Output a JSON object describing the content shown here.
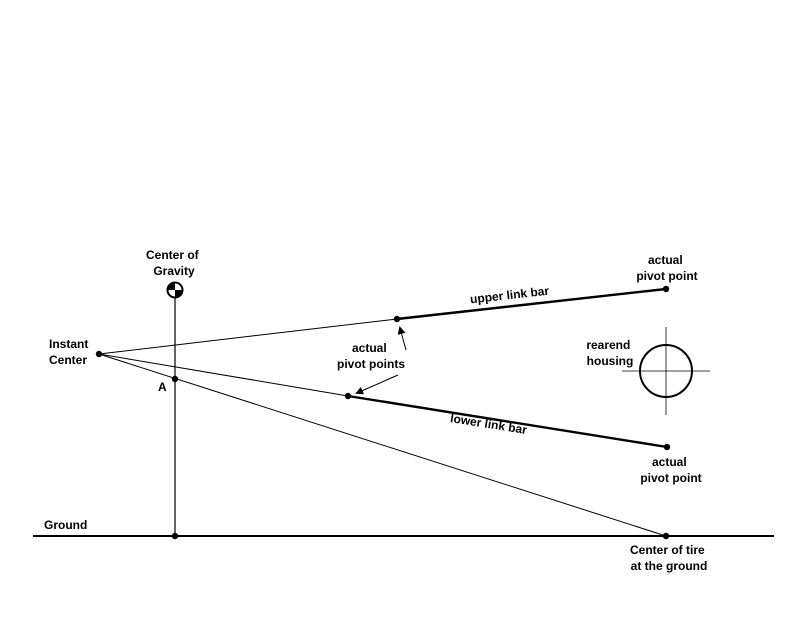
{
  "labels": {
    "center_of_gravity": [
      "Center of",
      "Gravity"
    ],
    "instant_center": [
      "Instant",
      "Center"
    ],
    "point_a": "A",
    "ground": "Ground",
    "upper_link_bar": "upper link bar",
    "lower_link_bar": "lower link bar",
    "actual_pivot_points": [
      "actual",
      "pivot points"
    ],
    "upper_actual_pivot_point": [
      "actual",
      "pivot point"
    ],
    "lower_actual_pivot_point": [
      "actual",
      "pivot point"
    ],
    "rearend_housing": [
      "rearend",
      "housing"
    ],
    "center_of_tire": [
      "Center of tire",
      "at the ground"
    ]
  },
  "colors": {
    "line": "#000000",
    "background": "#ffffff"
  }
}
